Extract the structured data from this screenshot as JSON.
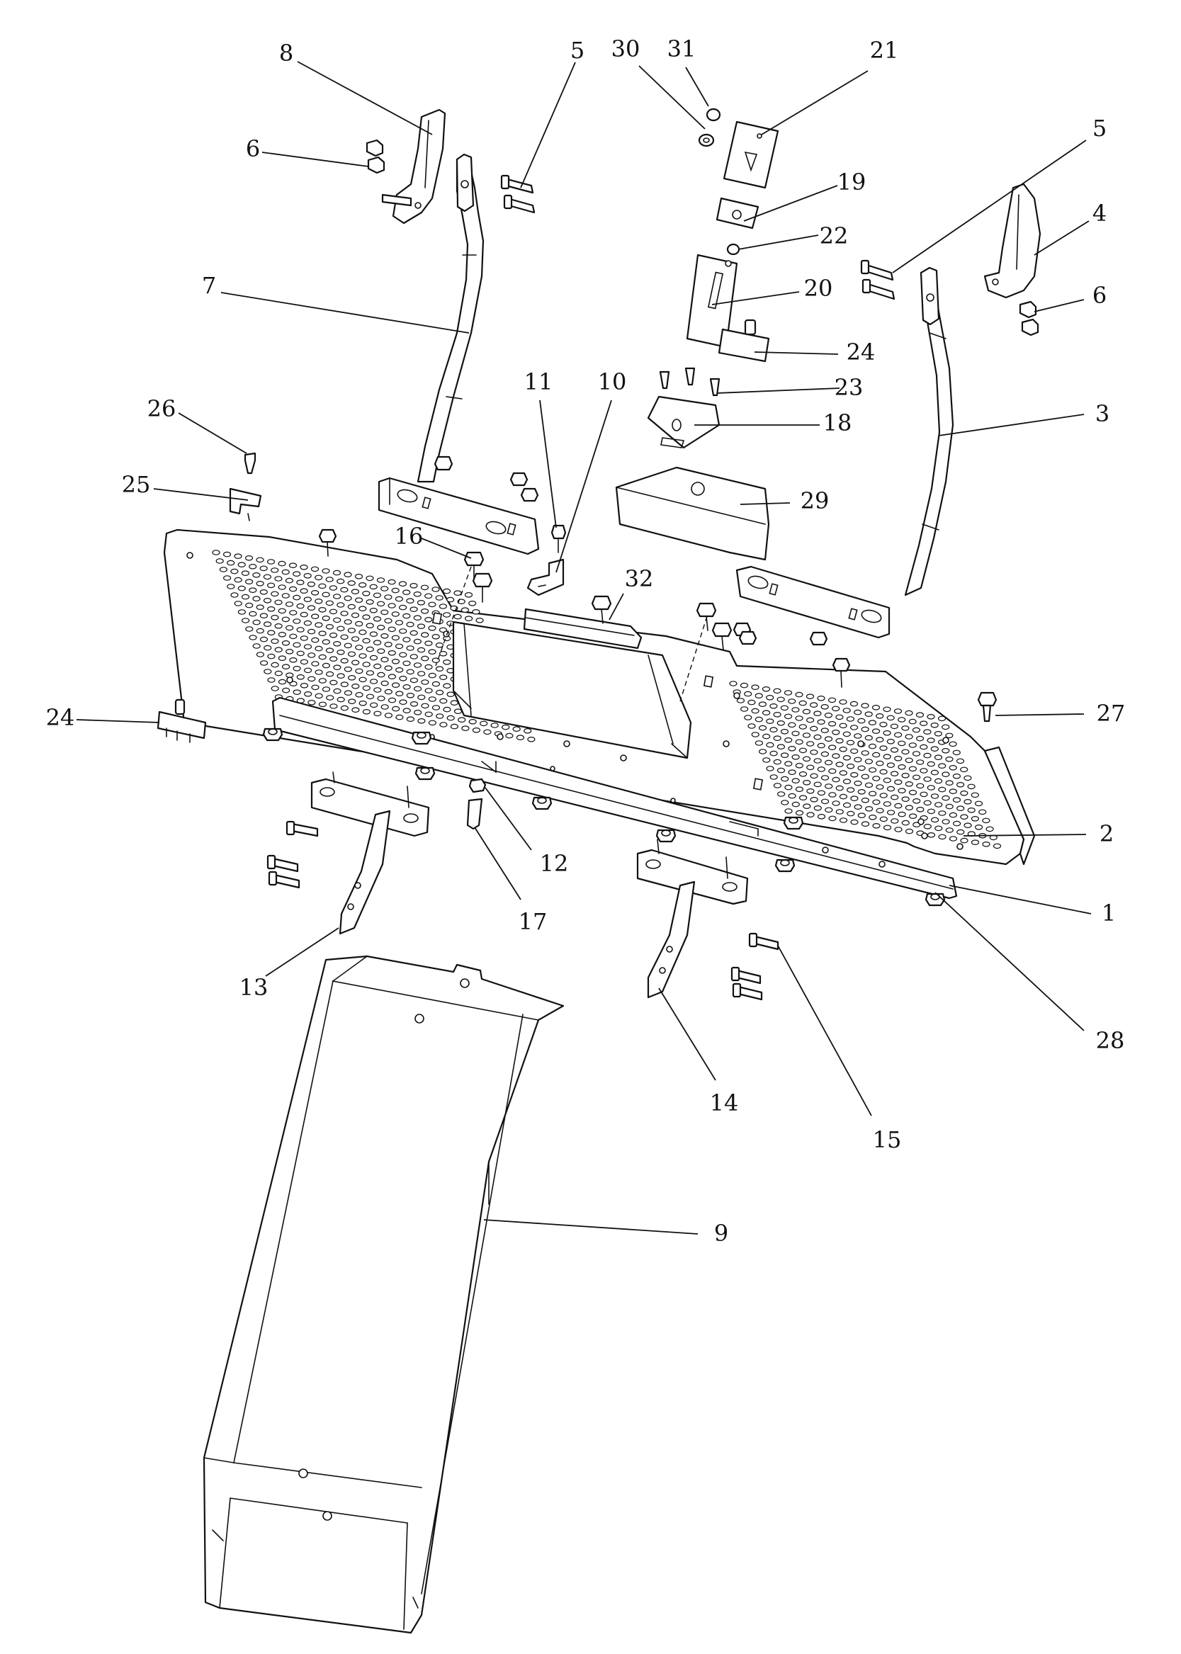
{
  "diagram": {
    "callouts": [
      {
        "id": "c8a",
        "label": "8"
      },
      {
        "id": "c5a",
        "label": "5"
      },
      {
        "id": "c30",
        "label": "30"
      },
      {
        "id": "c31",
        "label": "31"
      },
      {
        "id": "c21",
        "label": "21"
      },
      {
        "id": "c5b",
        "label": "5"
      },
      {
        "id": "c6a",
        "label": "6"
      },
      {
        "id": "c19",
        "label": "19"
      },
      {
        "id": "c4",
        "label": "4"
      },
      {
        "id": "c22",
        "label": "22"
      },
      {
        "id": "c7",
        "label": "7"
      },
      {
        "id": "c20",
        "label": "20"
      },
      {
        "id": "c6b",
        "label": "6"
      },
      {
        "id": "c24a",
        "label": "24"
      },
      {
        "id": "c11",
        "label": "11"
      },
      {
        "id": "c10",
        "label": "10"
      },
      {
        "id": "c23",
        "label": "23"
      },
      {
        "id": "c26",
        "label": "26"
      },
      {
        "id": "c3",
        "label": "3"
      },
      {
        "id": "c18",
        "label": "18"
      },
      {
        "id": "c25",
        "label": "25"
      },
      {
        "id": "c29",
        "label": "29"
      },
      {
        "id": "c16",
        "label": "16"
      },
      {
        "id": "c32",
        "label": "32"
      },
      {
        "id": "c24b",
        "label": "24"
      },
      {
        "id": "c27",
        "label": "27"
      },
      {
        "id": "c2",
        "label": "2"
      },
      {
        "id": "c12",
        "label": "12"
      },
      {
        "id": "c17",
        "label": "17"
      },
      {
        "id": "c1",
        "label": "1"
      },
      {
        "id": "c13",
        "label": "13"
      },
      {
        "id": "c28",
        "label": "28"
      },
      {
        "id": "c14",
        "label": "14"
      },
      {
        "id": "c15",
        "label": "15"
      },
      {
        "id": "c9",
        "label": "9"
      }
    ]
  }
}
